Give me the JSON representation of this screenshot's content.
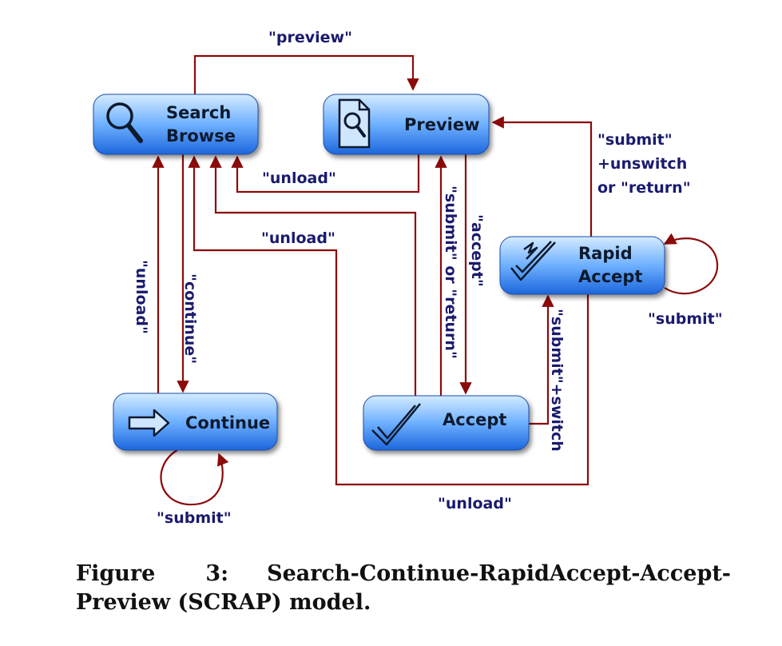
{
  "diagram": {
    "nodes": {
      "search_browse": {
        "line1": "Search",
        "line2": "Browse"
      },
      "preview": {
        "label": "Preview"
      },
      "rapid_accept": {
        "line1": "Rapid",
        "line2": "Accept"
      },
      "continue": {
        "label": "Continue"
      },
      "accept": {
        "label": "Accept"
      }
    },
    "edges": {
      "search_to_preview": "\"preview\"",
      "preview_to_search": "\"unload\"",
      "accept_to_search": "\"unload\"",
      "continue_to_search": "\"unload\"",
      "search_to_continue": "\"continue\"",
      "continue_self": "\"submit\"",
      "accept_to_preview": "\"submit\" or \"return\"",
      "preview_to_accept": "\"accept\"",
      "accept_to_rapid": "\"submit\"+switch",
      "rapid_self": "\"submit\"",
      "rapid_to_search": "\"unload\"",
      "rapid_to_preview_line1": "\"submit\"",
      "rapid_to_preview_line2": "+unswitch",
      "rapid_to_preview_line3": "or \"return\""
    },
    "colors": {
      "node_top": "#bfe0ff",
      "node_bottom": "#1f6fe0",
      "edge": "#8b0a0a",
      "edge_label": "#1a1a6e"
    },
    "icons": [
      "magnifier-icon",
      "document-search-icon",
      "lightning-check-icon",
      "arrow-right-icon",
      "checkmark-icon"
    ]
  },
  "caption": {
    "figure_number": "Figure 3:",
    "text": "Search-Continue-RapidAccept-Accept-Preview (SCRAP) model."
  }
}
